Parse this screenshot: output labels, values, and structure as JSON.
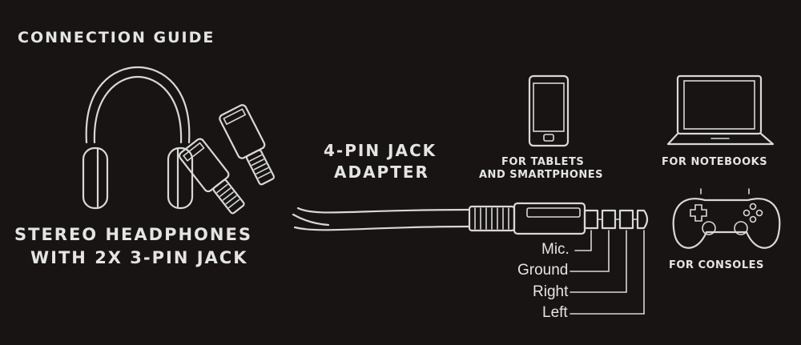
{
  "title": "CONNECTION GUIDE",
  "headphones": {
    "line1": "STEREO HEADPHONES",
    "line2": "WITH 2X 3-PIN JACK"
  },
  "adapter": {
    "line1": "4-PIN JACK",
    "line2": "ADAPTER"
  },
  "devices": {
    "tablets_line1": "FOR TABLETS",
    "tablets_line2": "AND SMARTPHONES",
    "notebooks": "FOR NOTEBOOKS",
    "consoles": "FOR CONSOLES"
  },
  "pins": {
    "mic": "Mic.",
    "ground": "Ground",
    "right": "Right",
    "left": "Left"
  },
  "colors": {
    "background": "#181414",
    "line": "#d8d8d8",
    "text": "#e4e4e4"
  },
  "icons": [
    "headphones-icon",
    "split-adapter-cable-icon",
    "jack-plug-icon",
    "smartphone-icon",
    "laptop-icon",
    "gamepad-icon"
  ]
}
